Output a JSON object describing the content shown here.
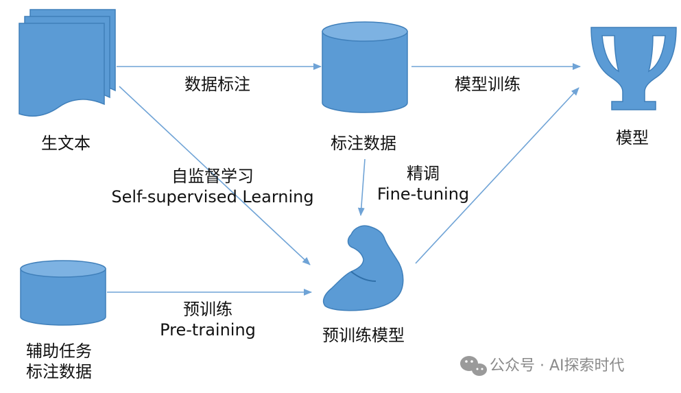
{
  "nodes": {
    "raw_text": "生文本",
    "labeled_data": "标注数据",
    "model": "模型",
    "aux_task_line1": "辅助任务",
    "aux_task_line2": "标注数据",
    "pretrained_model": "预训练模型"
  },
  "edges": {
    "data_labeling": "数据标注",
    "model_training": "模型训练",
    "self_supervised_zh": "自监督学习",
    "self_supervised_en": "Self-supervised Learning",
    "finetune_zh": "精调",
    "finetune_en": "Fine-tuning",
    "pretrain_zh": "预训练",
    "pretrain_en": "Pre-training"
  },
  "watermark": {
    "text": "公众号 · AI探索时代",
    "icon": "wechat-icon"
  },
  "colors": {
    "fill": "#5b9bd5",
    "stroke": "#3f7fba",
    "arrow": "#6fa3d6",
    "text": "#111111",
    "watermark": "#8a8a8a"
  }
}
